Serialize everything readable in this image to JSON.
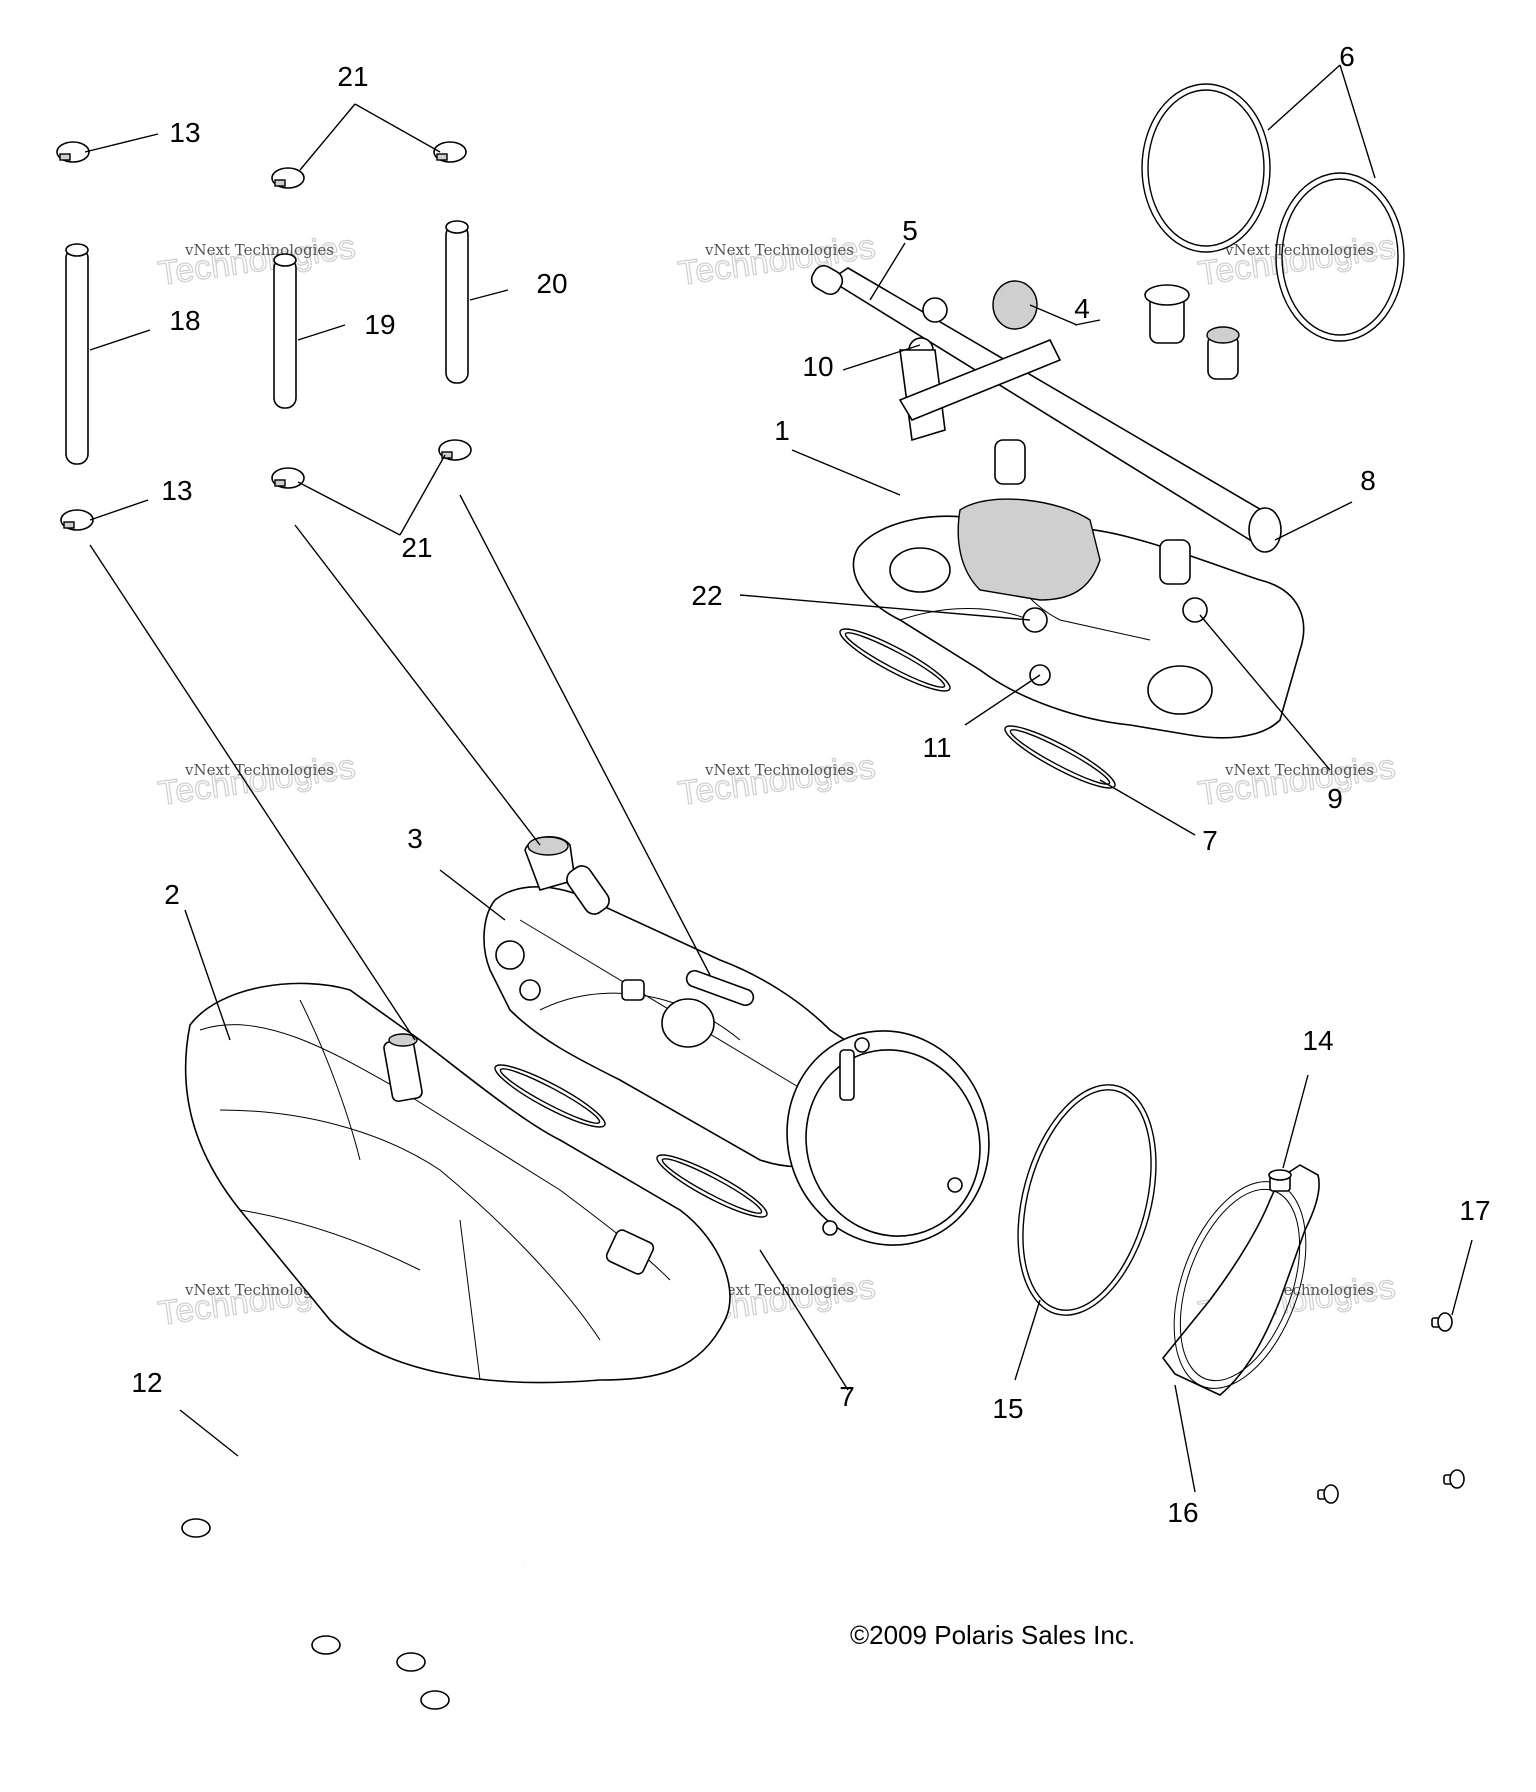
{
  "copyright": "©2009 Polaris Sales Inc.",
  "watermark": {
    "small": "vNext Technologies",
    "large": "Technologies",
    "top": "vNext"
  },
  "callouts": {
    "c1": "1",
    "c2": "2",
    "c3": "3",
    "c4": "4",
    "c5": "5",
    "c6": "6",
    "c7a": "7",
    "c7b": "7",
    "c8": "8",
    "c9": "9",
    "c10": "10",
    "c11": "11",
    "c12": "12",
    "c13a": "13",
    "c13b": "13",
    "c14": "14",
    "c15": "15",
    "c16": "16",
    "c17": "17",
    "c18": "18",
    "c19": "19",
    "c20": "20",
    "c21a": "21",
    "c21b": "21",
    "c22": "22"
  }
}
